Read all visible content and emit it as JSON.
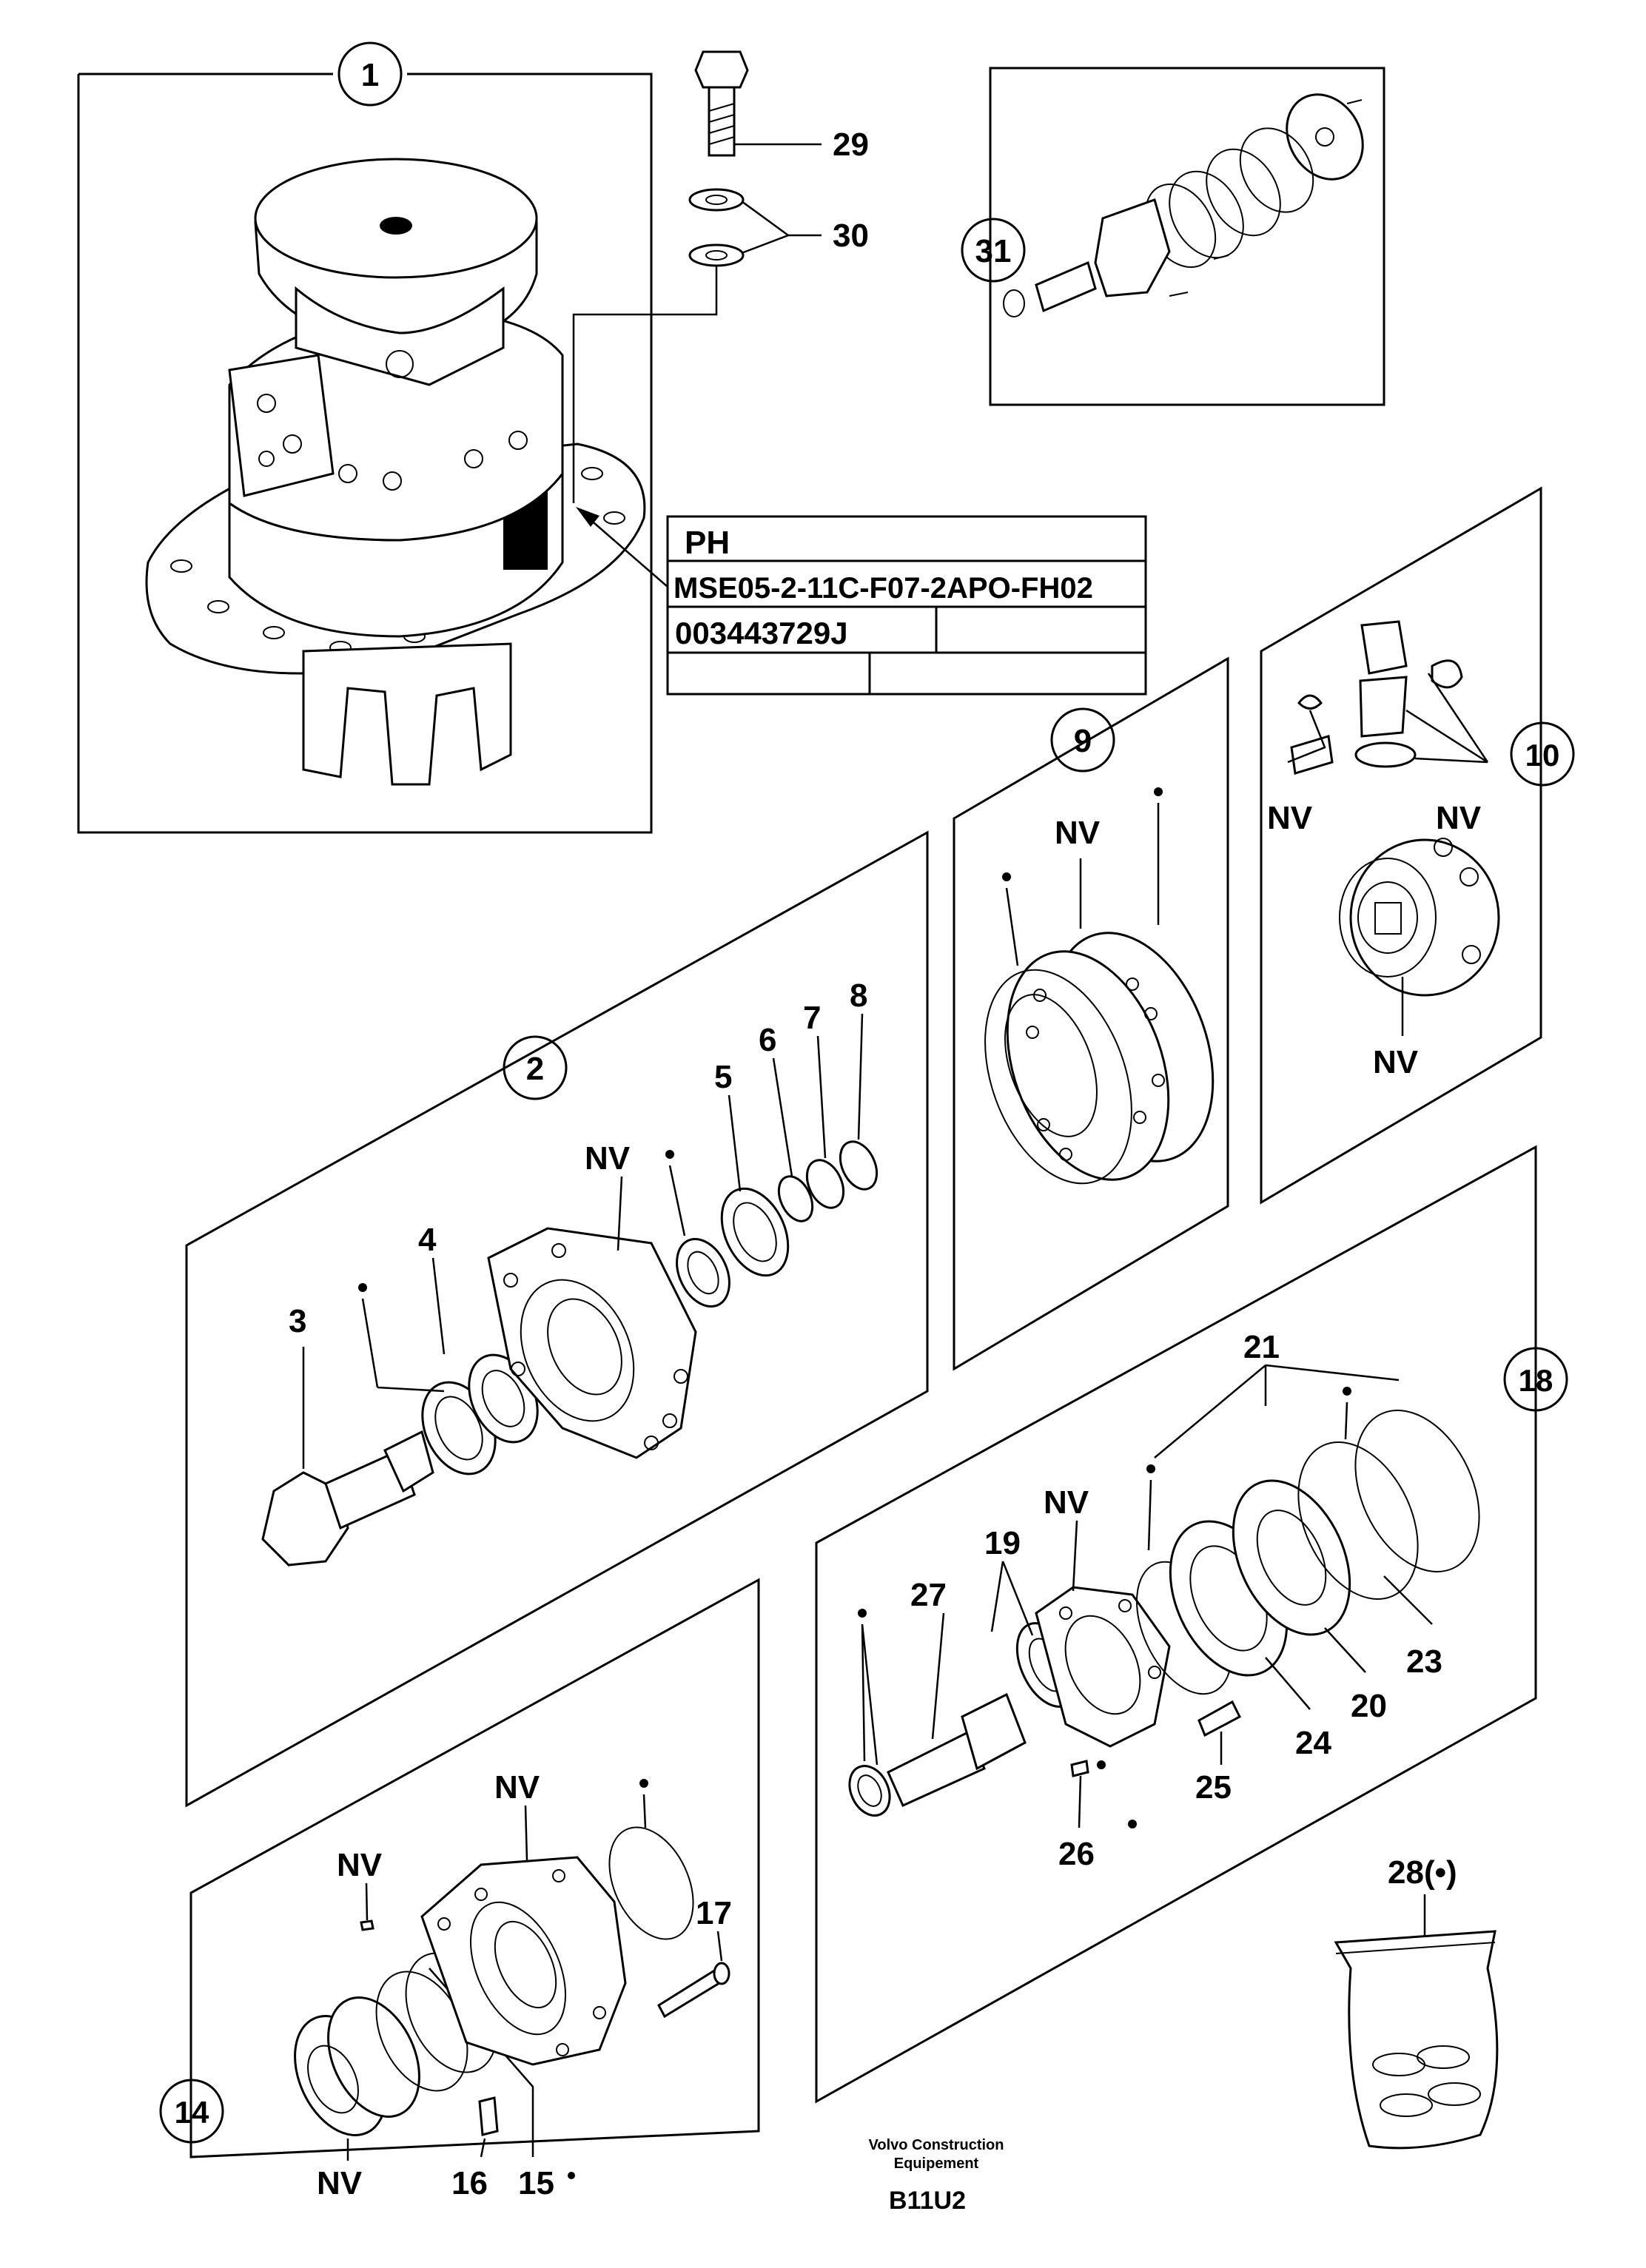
{
  "parts": {
    "assembly": "1",
    "motor_housing": "2",
    "drive_shaft": "3",
    "bearing_inner": "4",
    "bearing": "5",
    "ring_6": "6",
    "ring_7": "7",
    "ring_8": "8",
    "cylinder_block": "9",
    "piston_kit": "10",
    "valve_plate": "14",
    "shim_15": "15",
    "spring_16": "16",
    "bolt_17": "17",
    "brake_assembly": "18",
    "item_19": "19",
    "item_20": "20",
    "item_21": "21",
    "item_23": "23",
    "item_24": "24",
    "item_25": "25",
    "item_26": "26",
    "shaft_27": "27",
    "seal_kit": "28(•)",
    "screw_29": "29",
    "washer_30": "30",
    "reduction_gear": "31"
  },
  "nv": "NV",
  "dot": "•",
  "nameplate": {
    "row1": "PH",
    "row2": "MSE05-2-11C-F07-2APO-FH02",
    "row3": "003443729J"
  },
  "footer": {
    "company_line1": "Volvo Construction",
    "company_line2": "Equipement",
    "code": "B11U2"
  }
}
